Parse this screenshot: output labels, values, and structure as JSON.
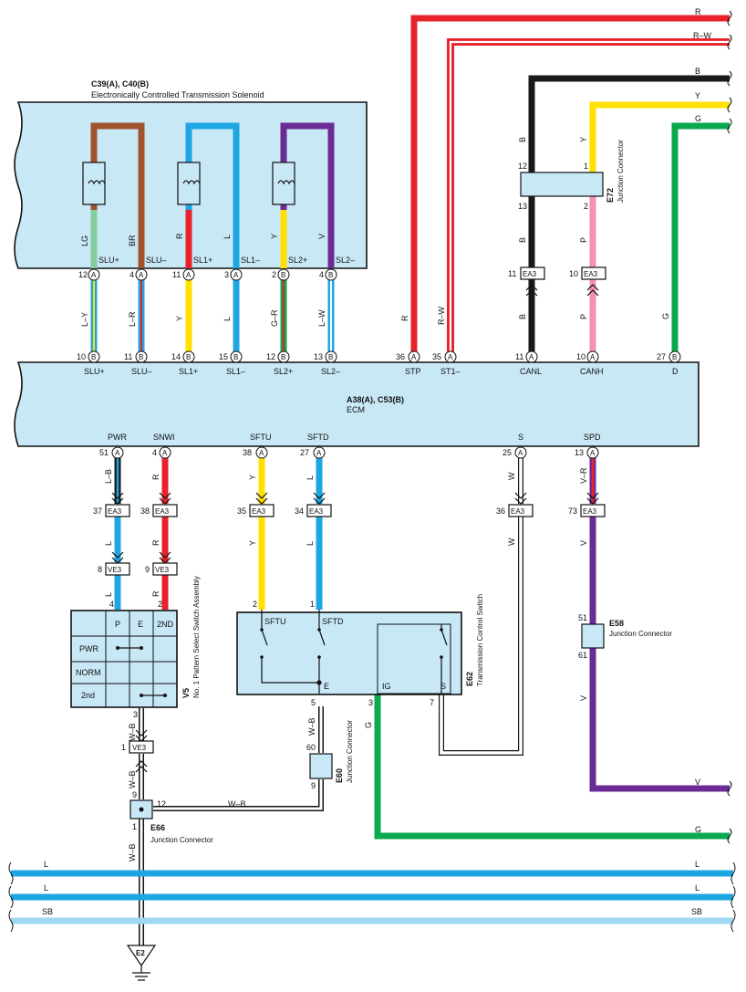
{
  "colors": {
    "R": "#e8222b",
    "W": "#ffffff",
    "B": "#1a1a1a",
    "Y": "#ffe000",
    "G": "#0aa84f",
    "L": "#1ea6e3",
    "LG": "#85cc9f",
    "BR": "#a0522d",
    "V": "#6a2b95",
    "P": "#f48fb8",
    "SB": "#9fd8f2",
    "box": "#c8e8f6"
  },
  "solenoid": {
    "title": "C39(A), C40(B)",
    "subtitle": "Electronically Controlled Transmission Solenoid",
    "pins": [
      {
        "num": "12",
        "conn": "A",
        "name": "SLU+",
        "wire": "LG"
      },
      {
        "num": "4",
        "conn": "A",
        "name": "SLU–",
        "wire": "BR"
      },
      {
        "num": "11",
        "conn": "A",
        "name": "SL1+",
        "wire": "R"
      },
      {
        "num": "3",
        "conn": "A",
        "name": "SL1–",
        "wire": "L"
      },
      {
        "num": "2",
        "conn": "B",
        "name": "SL2+",
        "wire": "Y"
      },
      {
        "num": "4",
        "conn": "B",
        "name": "SL2–",
        "wire": "V"
      }
    ],
    "harness_wires": [
      "L–Y",
      "L–R",
      "Y",
      "L",
      "G–R",
      "L–W"
    ]
  },
  "ecm": {
    "title": "A38(A), C53(B)",
    "subtitle": "ECM",
    "top_pins": [
      {
        "num": "10",
        "conn": "B",
        "name": "SLU+"
      },
      {
        "num": "11",
        "conn": "B",
        "name": "SLU–"
      },
      {
        "num": "14",
        "conn": "B",
        "name": "SL1+"
      },
      {
        "num": "15",
        "conn": "B",
        "name": "SL1–"
      },
      {
        "num": "12",
        "conn": "B",
        "name": "SL2+"
      },
      {
        "num": "13",
        "conn": "B",
        "name": "SL2–"
      },
      {
        "num": "36",
        "conn": "A",
        "name": "STP"
      },
      {
        "num": "35",
        "conn": "A",
        "name": "ST1–"
      },
      {
        "num": "11",
        "conn": "A",
        "name": "CANL"
      },
      {
        "num": "10",
        "conn": "A",
        "name": "CANH"
      },
      {
        "num": "27",
        "conn": "B",
        "name": "D"
      }
    ],
    "bottom_pins": [
      {
        "num": "51",
        "conn": "A",
        "name": "PWR",
        "wire": "L–B"
      },
      {
        "num": "4",
        "conn": "A",
        "name": "SNWI",
        "wire": "R"
      },
      {
        "num": "38",
        "conn": "A",
        "name": "SFTU",
        "wire": "Y"
      },
      {
        "num": "27",
        "conn": "A",
        "name": "SFTD",
        "wire": "L"
      },
      {
        "num": "25",
        "conn": "A",
        "name": "S",
        "wire": "W"
      },
      {
        "num": "13",
        "conn": "A",
        "name": "SPD",
        "wire": "V–R"
      }
    ]
  },
  "right_wires": [
    {
      "label": "R"
    },
    {
      "label": "R–W"
    },
    {
      "label": "B"
    },
    {
      "label": "Y"
    },
    {
      "label": "G"
    }
  ],
  "stp_wire": "R",
  "st1_wire": "R–W",
  "e72": {
    "id": "E72",
    "caption": "Junction Connector",
    "pins": [
      "12",
      "13",
      "1",
      "2"
    ],
    "wires": [
      "B",
      "B",
      "Y",
      "P"
    ]
  },
  "ea3_can": [
    {
      "num": "11",
      "name": "EA3",
      "wire": "B"
    },
    {
      "num": "10",
      "name": "EA3",
      "wire": "P"
    }
  ],
  "d_wire": "G",
  "ea3_lower": [
    {
      "num": "37",
      "name": "EA3",
      "wire": "L"
    },
    {
      "num": "38",
      "name": "EA3",
      "wire": "R"
    },
    {
      "num": "35",
      "name": "EA3",
      "wire": "Y"
    },
    {
      "num": "34",
      "name": "EA3",
      "wire": "L"
    },
    {
      "num": "36",
      "name": "EA3",
      "wire": "W"
    },
    {
      "num": "73",
      "name": "EA3",
      "wire": "V"
    }
  ],
  "ve3": [
    {
      "num": "8",
      "name": "VE3",
      "wire": "L"
    },
    {
      "num": "9",
      "name": "VE3",
      "wire": "R"
    }
  ],
  "v5": {
    "id": "V5",
    "caption": "No. 1 Pattern Select Switch Assembly",
    "headers": [
      "P",
      "E",
      "2ND"
    ],
    "rows": [
      "PWR",
      "NORM",
      "2nd"
    ],
    "pin_top": [
      "4",
      "2"
    ],
    "pin_bottom": "3",
    "out_wire": "W–B"
  },
  "ve3_gnd": {
    "num": "1",
    "name": "VE3",
    "wire": "W–B"
  },
  "e62": {
    "id": "E62",
    "caption": "Transmission Control Switch",
    "terminals": [
      "SFTU",
      "SFTD",
      "E",
      "IG",
      "S"
    ],
    "pins_top": [
      "2",
      "1"
    ],
    "pins_bottom": [
      "5",
      "3",
      "7"
    ],
    "wire_e": "W–B",
    "wire_ig": "G"
  },
  "e58": {
    "id": "E58",
    "caption": "Junction Connector",
    "pins": [
      "51",
      "61"
    ],
    "wire": "V"
  },
  "e60": {
    "id": "E60",
    "caption": "Junction Connector",
    "pins": [
      "60",
      "9"
    ]
  },
  "e66": {
    "id": "E66",
    "caption": "Junction Connector",
    "pins": [
      "9",
      "12",
      "1"
    ],
    "wire": "W–B"
  },
  "right_out": [
    {
      "label": "V"
    },
    {
      "label": "G"
    }
  ],
  "bus": [
    {
      "label": "L"
    },
    {
      "label": "L"
    },
    {
      "label": "SB"
    }
  ],
  "ground": {
    "label": "E2"
  }
}
